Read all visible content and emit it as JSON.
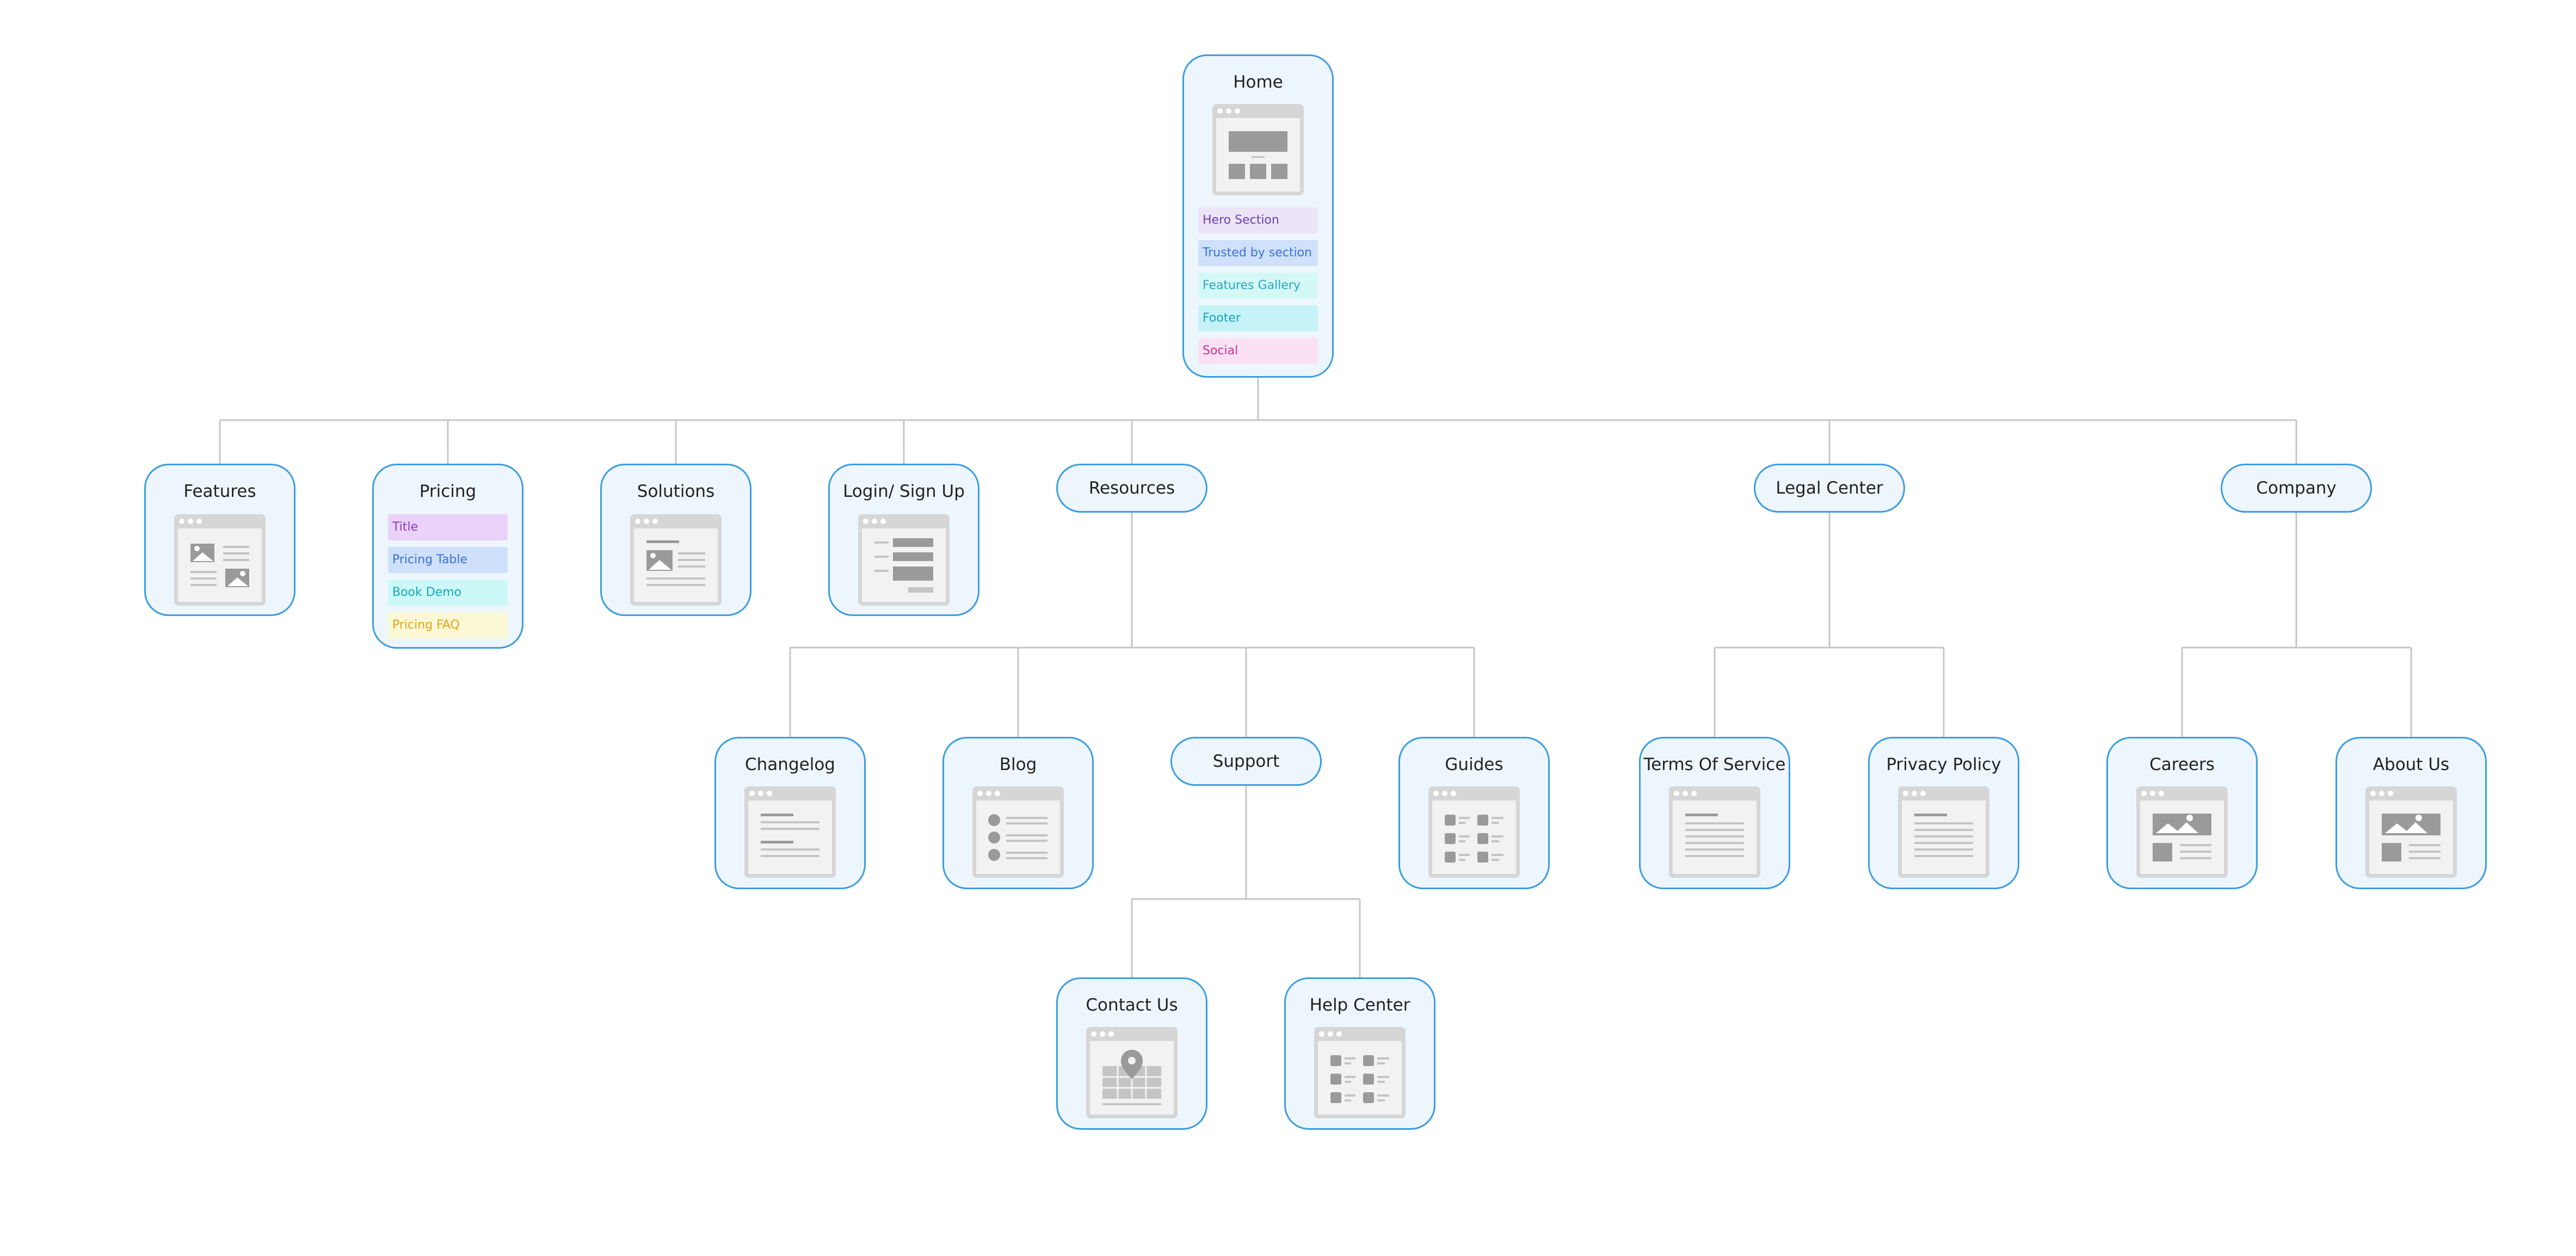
{
  "colors": {
    "node_fill": "#eef6fd",
    "node_border": "#3b9de1",
    "connector": "#c6c6c6",
    "thumb_frame": "#d6d6d6",
    "thumb_content": "#9a9a9a"
  },
  "nodes": {
    "home": {
      "title": "Home",
      "icon": "homepage-wireframe-icon"
    },
    "features": {
      "title": "Features",
      "icon": "image-text-page-icon"
    },
    "pricing": {
      "title": "Pricing"
    },
    "solutions": {
      "title": "Solutions",
      "icon": "image-article-page-icon"
    },
    "login": {
      "title": "Login/ Sign Up",
      "icon": "form-page-icon"
    },
    "resources": {
      "title": "Resources"
    },
    "legal": {
      "title": "Legal Center"
    },
    "company": {
      "title": "Company"
    },
    "changelog": {
      "title": "Changelog",
      "icon": "text-document-icon"
    },
    "blog": {
      "title": "Blog",
      "icon": "bulleted-list-page-icon"
    },
    "support": {
      "title": "Support"
    },
    "guides": {
      "title": "Guides",
      "icon": "grid-list-page-icon"
    },
    "terms": {
      "title": "Terms Of Service",
      "icon": "text-document-icon"
    },
    "privacy": {
      "title": "Privacy Policy",
      "icon": "text-document-icon"
    },
    "careers": {
      "title": "Careers",
      "icon": "banner-page-icon"
    },
    "about": {
      "title": "About Us",
      "icon": "banner-page-icon"
    },
    "contact": {
      "title": "Contact Us",
      "icon": "map-pin-page-icon"
    },
    "helpcenter": {
      "title": "Help Center",
      "icon": "grid-list-page-icon"
    }
  },
  "home_sections": [
    {
      "label": "Hero Section",
      "bg": "#ece4f7",
      "color": "#6a3fb5"
    },
    {
      "label": "Trusted by section",
      "bg": "#cfe0fb",
      "color": "#3a72d8"
    },
    {
      "label": "Features Gallery",
      "bg": "#d4f8f6",
      "color": "#2aa6c8"
    },
    {
      "label": "Footer",
      "bg": "#c6f3f8",
      "color": "#18a3bd"
    },
    {
      "label": "Social",
      "bg": "#fbe1f3",
      "color": "#d2308f"
    }
  ],
  "pricing_sections": [
    {
      "label": "Title",
      "bg": "#ead2f8",
      "color": "#8a3fc6"
    },
    {
      "label": "Pricing Table",
      "bg": "#cfe0fb",
      "color": "#3a72d8"
    },
    {
      "label": "Book Demo",
      "bg": "#ccf8f8",
      "color": "#1aa6b8"
    },
    {
      "label": "Pricing FAQ",
      "bg": "#fbf8d6",
      "color": "#e5a21a"
    }
  ]
}
